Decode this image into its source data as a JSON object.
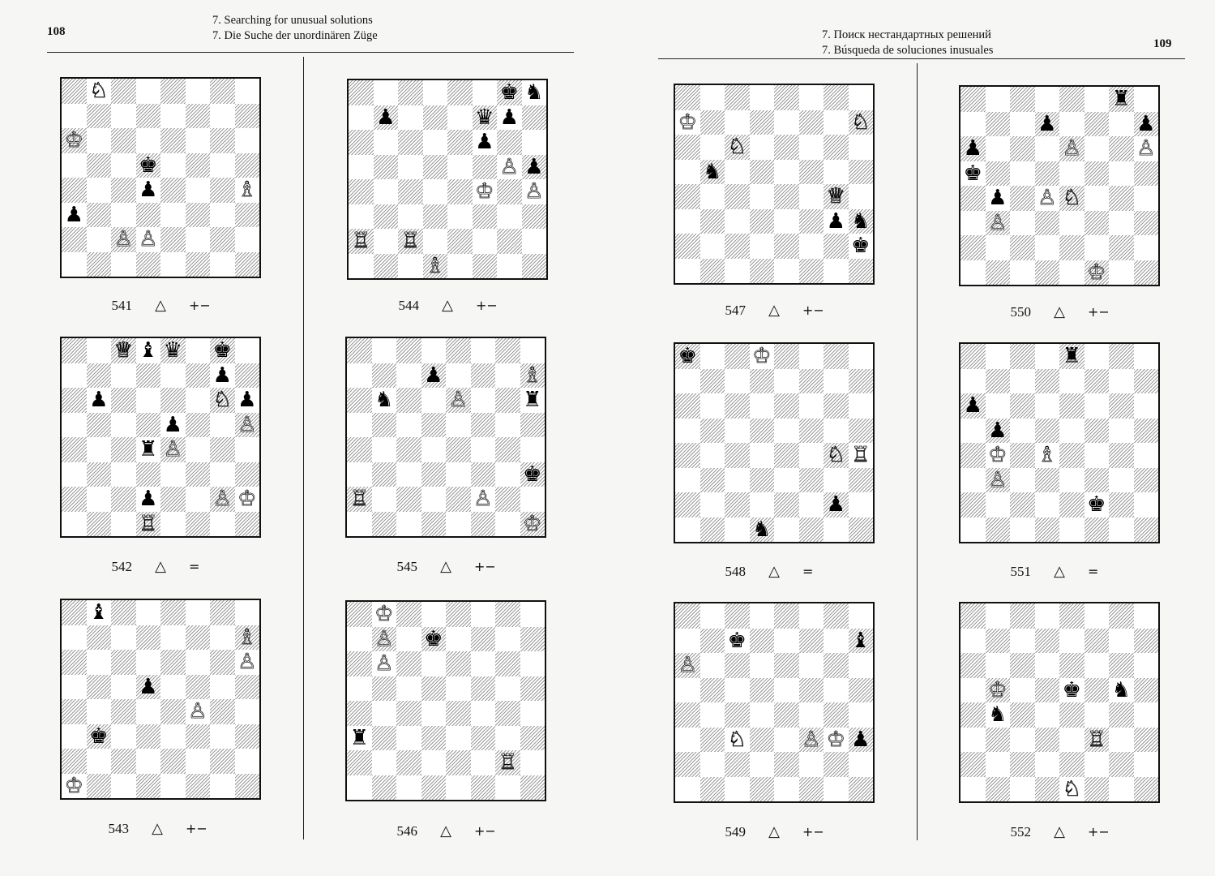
{
  "left_page": {
    "page_number": "108",
    "header_lines": [
      "7. Searching for unusual solutions",
      "7. Die Suche der unordinären Züge"
    ]
  },
  "right_page": {
    "page_number": "109",
    "header_lines": [
      "7. Поиск нестандартных решений",
      "7. Búsqueda de soluciones inusuales"
    ]
  },
  "task_symbol": "△",
  "diagrams": [
    {
      "number": "541",
      "result": "+−",
      "pieces": [
        {
          "sq": "b8",
          "p": "N",
          "c": "w"
        },
        {
          "sq": "a6",
          "p": "K",
          "c": "w"
        },
        {
          "sq": "d5",
          "p": "K",
          "c": "b"
        },
        {
          "sq": "d4",
          "p": "P",
          "c": "b"
        },
        {
          "sq": "h4",
          "p": "B",
          "c": "w"
        },
        {
          "sq": "a3",
          "p": "P",
          "c": "b"
        },
        {
          "sq": "c2",
          "p": "P",
          "c": "w"
        },
        {
          "sq": "d2",
          "p": "P",
          "c": "w"
        }
      ]
    },
    {
      "number": "542",
      "result": "=",
      "pieces": [
        {
          "sq": "c8",
          "p": "Q",
          "c": "w"
        },
        {
          "sq": "d8",
          "p": "B",
          "c": "b"
        },
        {
          "sq": "e8",
          "p": "Q",
          "c": "b"
        },
        {
          "sq": "g8",
          "p": "K",
          "c": "b"
        },
        {
          "sq": "g7",
          "p": "P",
          "c": "b"
        },
        {
          "sq": "b6",
          "p": "P",
          "c": "b"
        },
        {
          "sq": "g6",
          "p": "N",
          "c": "w"
        },
        {
          "sq": "h6",
          "p": "P",
          "c": "b"
        },
        {
          "sq": "e5",
          "p": "P",
          "c": "b"
        },
        {
          "sq": "h5",
          "p": "P",
          "c": "w"
        },
        {
          "sq": "d4",
          "p": "R",
          "c": "b"
        },
        {
          "sq": "e4",
          "p": "P",
          "c": "w"
        },
        {
          "sq": "d2",
          "p": "P",
          "c": "b"
        },
        {
          "sq": "g2",
          "p": "P",
          "c": "w"
        },
        {
          "sq": "h2",
          "p": "K",
          "c": "w"
        },
        {
          "sq": "d1",
          "p": "R",
          "c": "w"
        }
      ]
    },
    {
      "number": "543",
      "result": "+−",
      "pieces": [
        {
          "sq": "b8",
          "p": "B",
          "c": "b"
        },
        {
          "sq": "h7",
          "p": "B",
          "c": "w"
        },
        {
          "sq": "h6",
          "p": "P",
          "c": "w"
        },
        {
          "sq": "d5",
          "p": "P",
          "c": "b"
        },
        {
          "sq": "f4",
          "p": "P",
          "c": "w"
        },
        {
          "sq": "b3",
          "p": "K",
          "c": "b"
        },
        {
          "sq": "a1",
          "p": "K",
          "c": "w"
        }
      ]
    },
    {
      "number": "544",
      "result": "+−",
      "pieces": [
        {
          "sq": "g8",
          "p": "K",
          "c": "b"
        },
        {
          "sq": "h8",
          "p": "N",
          "c": "b"
        },
        {
          "sq": "b7",
          "p": "P",
          "c": "b"
        },
        {
          "sq": "f7",
          "p": "Q",
          "c": "b"
        },
        {
          "sq": "g7",
          "p": "P",
          "c": "b"
        },
        {
          "sq": "f6",
          "p": "P",
          "c": "b"
        },
        {
          "sq": "g5",
          "p": "P",
          "c": "w"
        },
        {
          "sq": "h5",
          "p": "P",
          "c": "b"
        },
        {
          "sq": "f4",
          "p": "K",
          "c": "w"
        },
        {
          "sq": "h4",
          "p": "P",
          "c": "w"
        },
        {
          "sq": "a2",
          "p": "R",
          "c": "w"
        },
        {
          "sq": "c2",
          "p": "R",
          "c": "w"
        },
        {
          "sq": "d1",
          "p": "B",
          "c": "w"
        }
      ]
    },
    {
      "number": "545",
      "result": "+−",
      "pieces": [
        {
          "sq": "d7",
          "p": "P",
          "c": "b"
        },
        {
          "sq": "h7",
          "p": "B",
          "c": "w"
        },
        {
          "sq": "b6",
          "p": "N",
          "c": "b"
        },
        {
          "sq": "e6",
          "p": "P",
          "c": "w"
        },
        {
          "sq": "h6",
          "p": "R",
          "c": "b"
        },
        {
          "sq": "h3",
          "p": "K",
          "c": "b"
        },
        {
          "sq": "a2",
          "p": "R",
          "c": "w"
        },
        {
          "sq": "f2",
          "p": "P",
          "c": "w"
        },
        {
          "sq": "h1",
          "p": "K",
          "c": "w"
        }
      ]
    },
    {
      "number": "546",
      "result": "+−",
      "pieces": [
        {
          "sq": "b8",
          "p": "K",
          "c": "w"
        },
        {
          "sq": "b7",
          "p": "P",
          "c": "w"
        },
        {
          "sq": "d7",
          "p": "K",
          "c": "b"
        },
        {
          "sq": "b6",
          "p": "P",
          "c": "w"
        },
        {
          "sq": "a3",
          "p": "R",
          "c": "b"
        },
        {
          "sq": "g2",
          "p": "R",
          "c": "w"
        }
      ]
    },
    {
      "number": "547",
      "result": "+−",
      "pieces": [
        {
          "sq": "a7",
          "p": "K",
          "c": "w"
        },
        {
          "sq": "h7",
          "p": "N",
          "c": "w"
        },
        {
          "sq": "c6",
          "p": "N",
          "c": "w"
        },
        {
          "sq": "b5",
          "p": "N",
          "c": "b"
        },
        {
          "sq": "g4",
          "p": "Q",
          "c": "w"
        },
        {
          "sq": "g3",
          "p": "P",
          "c": "b"
        },
        {
          "sq": "h3",
          "p": "N",
          "c": "b"
        },
        {
          "sq": "h2",
          "p": "K",
          "c": "b"
        }
      ]
    },
    {
      "number": "548",
      "result": "=",
      "pieces": [
        {
          "sq": "a8",
          "p": "K",
          "c": "b"
        },
        {
          "sq": "d8",
          "p": "K",
          "c": "w"
        },
        {
          "sq": "g4",
          "p": "N",
          "c": "w"
        },
        {
          "sq": "h4",
          "p": "R",
          "c": "w"
        },
        {
          "sq": "g2",
          "p": "P",
          "c": "b"
        },
        {
          "sq": "d1",
          "p": "N",
          "c": "b"
        }
      ]
    },
    {
      "number": "549",
      "result": "+−",
      "pieces": [
        {
          "sq": "c7",
          "p": "K",
          "c": "b"
        },
        {
          "sq": "h7",
          "p": "B",
          "c": "b"
        },
        {
          "sq": "a6",
          "p": "P",
          "c": "w"
        },
        {
          "sq": "c3",
          "p": "N",
          "c": "w"
        },
        {
          "sq": "f3",
          "p": "P",
          "c": "w"
        },
        {
          "sq": "g3",
          "p": "K",
          "c": "w"
        },
        {
          "sq": "h3",
          "p": "P",
          "c": "b"
        }
      ]
    },
    {
      "number": "550",
      "result": "+−",
      "pieces": [
        {
          "sq": "g8",
          "p": "R",
          "c": "b"
        },
        {
          "sq": "d7",
          "p": "P",
          "c": "b"
        },
        {
          "sq": "h7",
          "p": "P",
          "c": "b"
        },
        {
          "sq": "a6",
          "p": "P",
          "c": "b"
        },
        {
          "sq": "e6",
          "p": "P",
          "c": "w"
        },
        {
          "sq": "h6",
          "p": "P",
          "c": "w"
        },
        {
          "sq": "a5",
          "p": "K",
          "c": "b"
        },
        {
          "sq": "b4",
          "p": "P",
          "c": "b"
        },
        {
          "sq": "d4",
          "p": "P",
          "c": "w"
        },
        {
          "sq": "e4",
          "p": "N",
          "c": "w"
        },
        {
          "sq": "b3",
          "p": "P",
          "c": "w"
        },
        {
          "sq": "f1",
          "p": "K",
          "c": "w"
        }
      ]
    },
    {
      "number": "551",
      "result": "=",
      "pieces": [
        {
          "sq": "e8",
          "p": "R",
          "c": "b"
        },
        {
          "sq": "a6",
          "p": "P",
          "c": "b"
        },
        {
          "sq": "b5",
          "p": "P",
          "c": "b"
        },
        {
          "sq": "b4",
          "p": "K",
          "c": "w"
        },
        {
          "sq": "d4",
          "p": "B",
          "c": "w"
        },
        {
          "sq": "b3",
          "p": "P",
          "c": "w"
        },
        {
          "sq": "f2",
          "p": "K",
          "c": "b"
        }
      ]
    },
    {
      "number": "552",
      "result": "+−",
      "pieces": [
        {
          "sq": "b5",
          "p": "K",
          "c": "w"
        },
        {
          "sq": "e5",
          "p": "K",
          "c": "b"
        },
        {
          "sq": "g5",
          "p": "N",
          "c": "b"
        },
        {
          "sq": "b4",
          "p": "N",
          "c": "b"
        },
        {
          "sq": "f3",
          "p": "R",
          "c": "w"
        },
        {
          "sq": "e1",
          "p": "N",
          "c": "w"
        }
      ]
    }
  ]
}
